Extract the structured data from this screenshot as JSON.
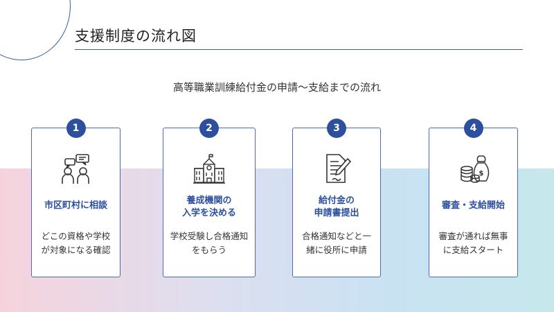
{
  "title": "支援制度の流れ図",
  "subtitle": "高等職業訓練給付金の申請〜支給までの流れ",
  "steps": [
    {
      "number": "1",
      "icon": "consultation-icon",
      "title": "市区町村に相談",
      "desc": "どこの資格や学校が対象になる確認"
    },
    {
      "number": "2",
      "icon": "school-building-icon",
      "title": "養成機関の\n入学を決める",
      "desc": "学校受験し合格通知をもらう"
    },
    {
      "number": "3",
      "icon": "document-pen-icon",
      "title": "給付金の\n申請書提出",
      "desc": "合格通知などと一緒に役所に申請"
    },
    {
      "number": "4",
      "icon": "money-bag-icon",
      "title": "審査・支給開始",
      "desc": "審査が通れば無事に支給スタート"
    }
  ],
  "colors": {
    "accent": "#2e4f9e",
    "border": "#4a6ab6"
  }
}
